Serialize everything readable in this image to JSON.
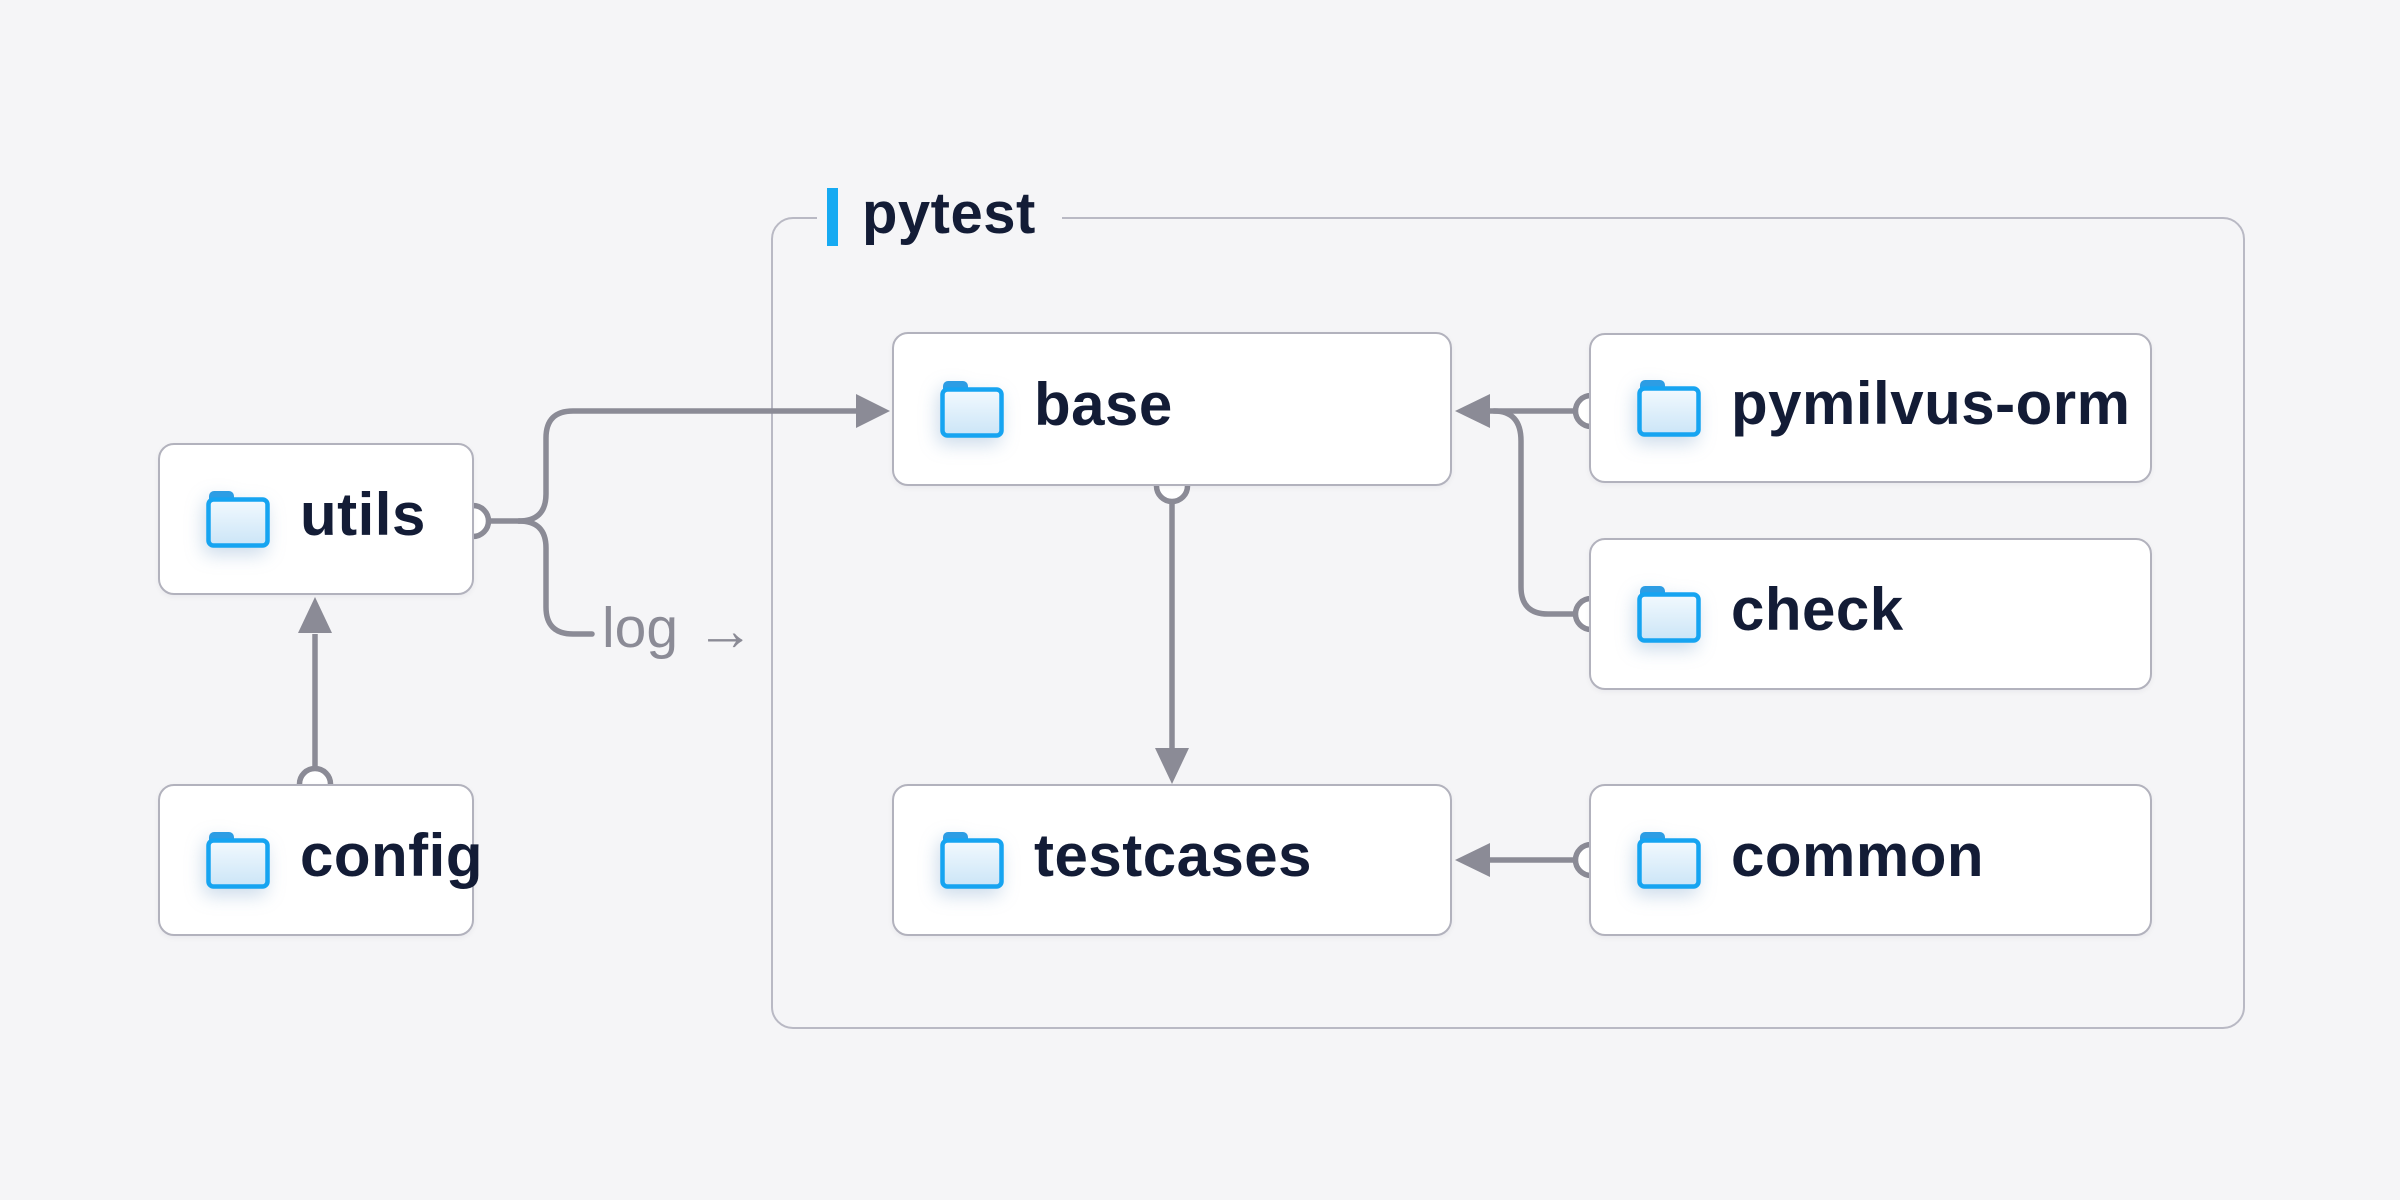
{
  "group": {
    "label": "pytest"
  },
  "nodes": {
    "utils": {
      "label": "utils",
      "icon": "folder-icon"
    },
    "config": {
      "label": "config",
      "icon": "folder-icon"
    },
    "base": {
      "label": "base",
      "icon": "folder-icon"
    },
    "pymilvus_orm": {
      "label": "pymilvus-orm",
      "icon": "folder-icon"
    },
    "check": {
      "label": "check",
      "icon": "folder-icon"
    },
    "testcases": {
      "label": "testcases",
      "icon": "folder-icon"
    },
    "common": {
      "label": "common",
      "icon": "folder-icon"
    }
  },
  "edge_label": {
    "text": "log",
    "arrow": "→"
  },
  "edges": [
    {
      "from": "config",
      "to": "utils",
      "style": "arrow"
    },
    {
      "from": "utils",
      "to": "base",
      "style": "arrow"
    },
    {
      "from": "utils",
      "to": "log",
      "style": "arrow",
      "label": "log"
    },
    {
      "from": "pymilvus-orm",
      "to": "base",
      "style": "arrow"
    },
    {
      "from": "check",
      "to": "base",
      "style": "arrow"
    },
    {
      "from": "base",
      "to": "testcases",
      "style": "arrow"
    },
    {
      "from": "common",
      "to": "testcases",
      "style": "arrow"
    }
  ],
  "colors": {
    "background": "#f5f5f7",
    "accent_blue": "#16aaf2",
    "connector_gray": "#8b8b96",
    "box_border": "#b2b2bd",
    "group_border": "#b9b9c4",
    "text_navy": "#131c36",
    "folder_blue": "#16a4f1"
  }
}
